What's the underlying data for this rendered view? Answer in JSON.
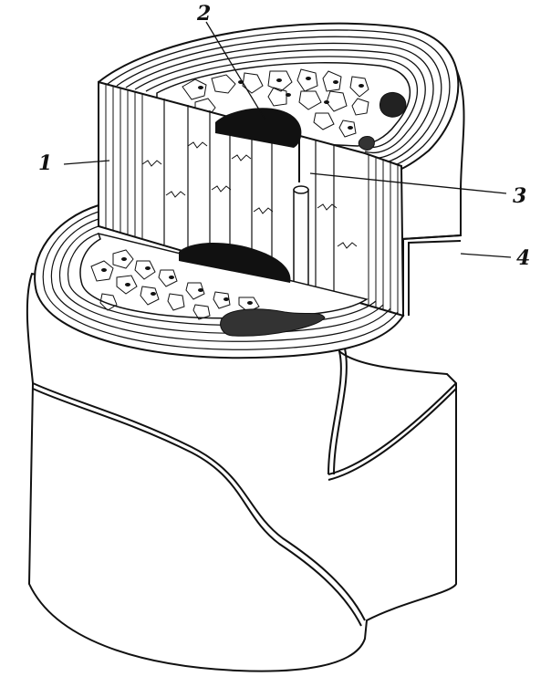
{
  "diagram": {
    "labels": [
      {
        "id": "1",
        "text": "1"
      },
      {
        "id": "2",
        "text": "2"
      },
      {
        "id": "3",
        "text": "3"
      },
      {
        "id": "4",
        "text": "4"
      }
    ]
  },
  "colors": {
    "ink": "#111111",
    "paper": "#ffffff"
  }
}
